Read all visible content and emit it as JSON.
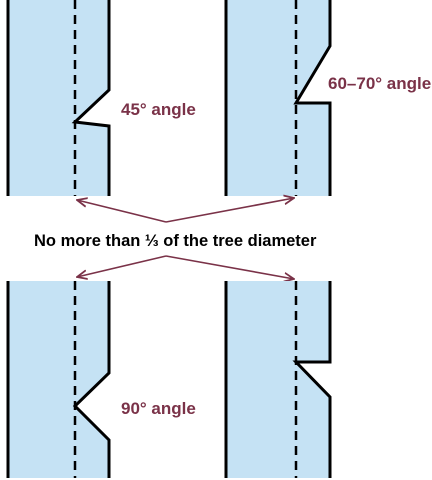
{
  "labels": {
    "notch_45": "45° angle",
    "notch_60_70": "60–70° angle",
    "notch_90": "90° angle",
    "depth_note": "No more than ⅓ of the tree diameter"
  },
  "colors": {
    "trunk_fill": "#c5e2f4",
    "outline": "#000000",
    "label_text": "#7a3248",
    "arrow": "#7a3248",
    "center_text": "#000000"
  }
}
